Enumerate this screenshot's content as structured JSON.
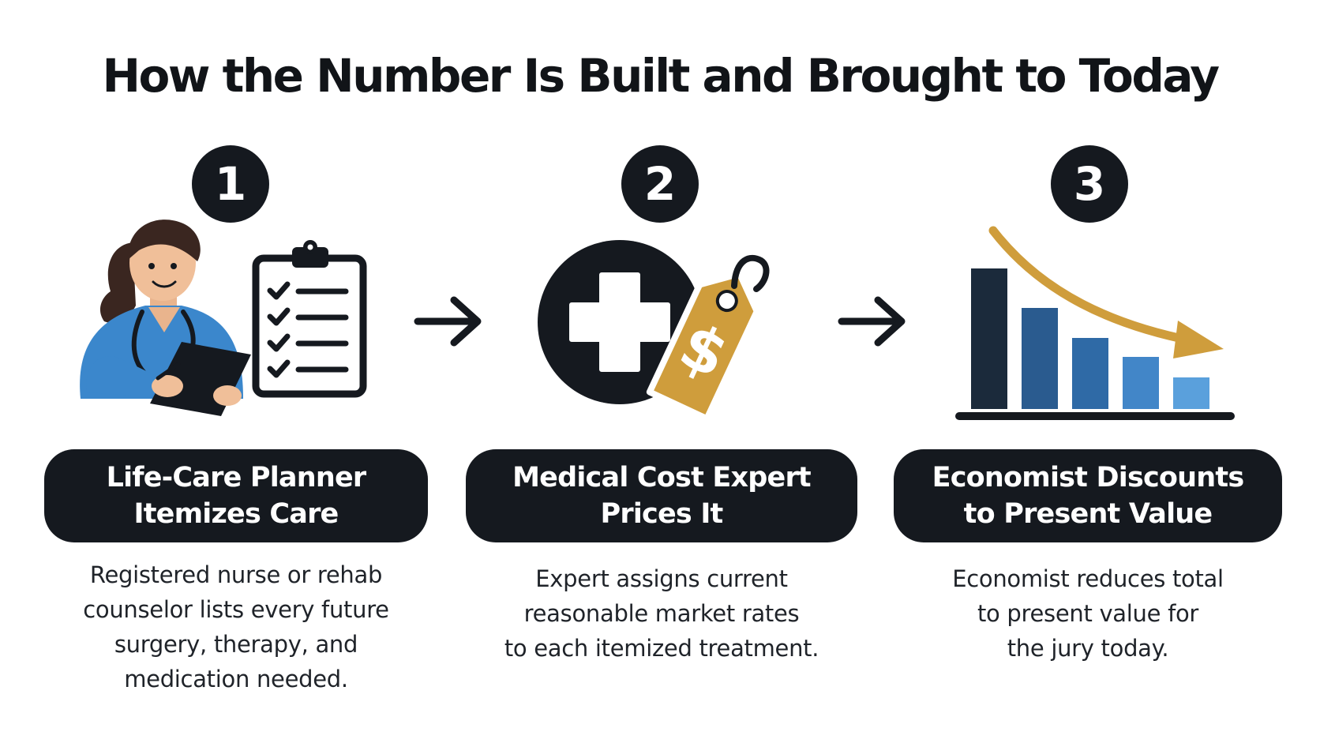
{
  "title": "How the Number Is Built and Brought to Today",
  "colors": {
    "dark": "#15191f",
    "gold": "#cf9d3c",
    "blue_scrub": "#3b87cc",
    "bar_blues": [
      "#1b2a3b",
      "#2a5b8f",
      "#2f6aa6",
      "#4286c8",
      "#5aa0dc"
    ]
  },
  "steps": [
    {
      "number": "1",
      "icon": "nurse-with-checklist-clipboard-icon",
      "heading": "Life-Care Planner\nItemizes Care",
      "description": "Registered nurse or rehab\ncounselor lists every future\nsurgery, therapy, and\nmedication needed."
    },
    {
      "number": "2",
      "icon": "medical-cross-price-tag-icon",
      "heading": "Medical Cost Expert\nPrices It",
      "description": "Expert assigns current\nreasonable market rates\nto each itemized treatment."
    },
    {
      "number": "3",
      "icon": "declining-bar-chart-icon",
      "heading": "Economist Discounts\nto Present Value",
      "description": "Economist reduces total\nto present value for\nthe jury today."
    }
  ],
  "connectors": [
    "arrow-right-icon",
    "arrow-right-icon"
  ]
}
